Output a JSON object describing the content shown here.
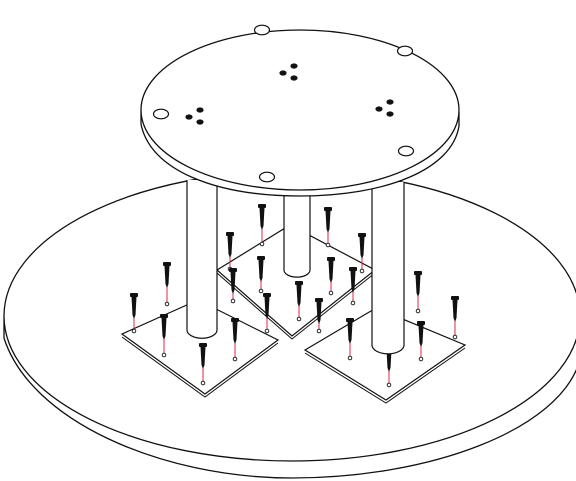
{
  "figure": {
    "kind": "exploded assembly line drawing",
    "colors": {
      "line": "#111111",
      "fill": "#ffffff",
      "hole_fill": "#111111",
      "axis_guide": "#e0294a"
    },
    "parts": {
      "base_disc": {
        "name": "base-disc"
      },
      "top_plate": {
        "name": "top-plate",
        "large_hole_count": 5,
        "small_hole_cluster_count": 3
      },
      "legs": {
        "count": 3
      },
      "mounting_plates": {
        "count": 3,
        "screws_per_plate": 8
      }
    }
  }
}
